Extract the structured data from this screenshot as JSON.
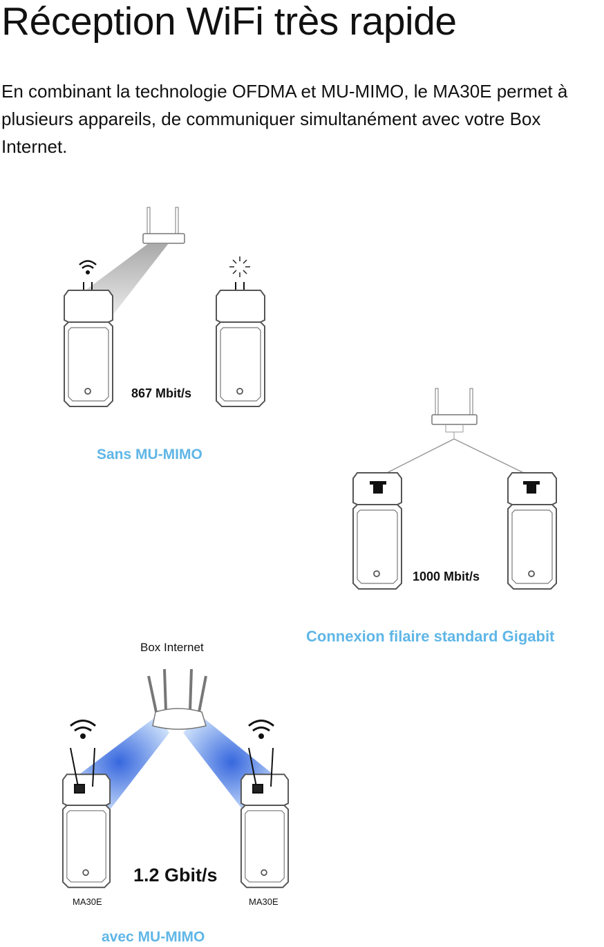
{
  "title": "Réception WiFi très rapide",
  "intro": "En combinant la technologie OFDMA et MU-MIMO, le MA30E permet à plusieurs appareils, de communiquer simultanément avec votre Box Internet.",
  "sections": {
    "without_mumimo": {
      "speed": "867 Mbit/s",
      "caption": "Sans MU-MIMO"
    },
    "wired": {
      "speed": "1000 Mbit/s",
      "caption": "Connexion filaire standard Gigabit"
    },
    "with_mumimo": {
      "router_label": "Box Internet",
      "speed": "1.2 Gbit/s",
      "device_left": "MA30E",
      "device_right": "MA30E",
      "caption": "avec MU-MIMO"
    }
  },
  "colors": {
    "caption": "#5fb6e6",
    "beam_blue": "#2f6fe0",
    "beam_gray": "#bfbfbf"
  }
}
